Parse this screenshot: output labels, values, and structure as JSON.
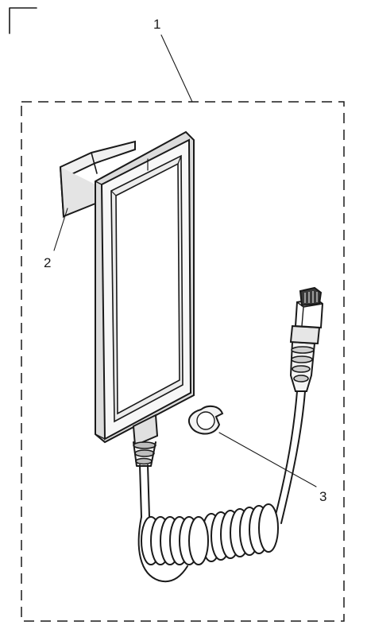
{
  "callouts": {
    "assembly": "1",
    "hanger_clip": "2",
    "cable_ring": "3"
  },
  "colors": {
    "ink": "#1a1a1a",
    "body_fill": "#f6f6f6",
    "screen_fill": "#ffffff",
    "shade": "#d9d9d9",
    "dark": "#555555"
  },
  "icons": [
    "corner-bracket-icon"
  ]
}
